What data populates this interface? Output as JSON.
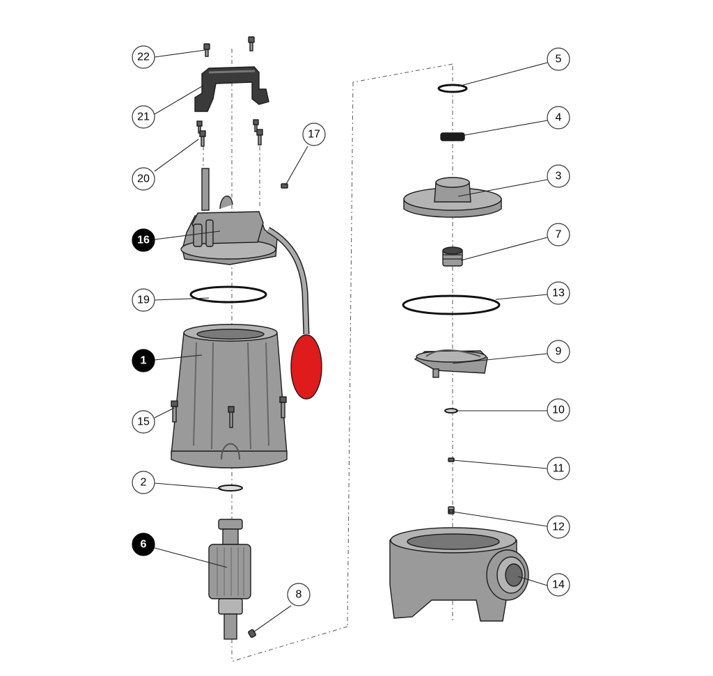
{
  "colors": {
    "part_grey": "#9a9a9a",
    "part_light": "#b4b4b4",
    "float_red": "#e01b1b",
    "callout_fill_highlight": "#000000",
    "callout_fill_normal": "#ffffff"
  },
  "callouts": [
    {
      "id": "22",
      "label": "22",
      "highlight": false
    },
    {
      "id": "21",
      "label": "21",
      "highlight": false
    },
    {
      "id": "20",
      "label": "20",
      "highlight": false
    },
    {
      "id": "17",
      "label": "17",
      "highlight": false
    },
    {
      "id": "16",
      "label": "16",
      "highlight": true
    },
    {
      "id": "19",
      "label": "19",
      "highlight": false
    },
    {
      "id": "1",
      "label": "1",
      "highlight": true
    },
    {
      "id": "15",
      "label": "15",
      "highlight": false
    },
    {
      "id": "2",
      "label": "2",
      "highlight": false
    },
    {
      "id": "6",
      "label": "6",
      "highlight": true
    },
    {
      "id": "8",
      "label": "8",
      "highlight": false
    },
    {
      "id": "5",
      "label": "5",
      "highlight": false
    },
    {
      "id": "4",
      "label": "4",
      "highlight": false
    },
    {
      "id": "3",
      "label": "3",
      "highlight": false
    },
    {
      "id": "7",
      "label": "7",
      "highlight": false
    },
    {
      "id": "13",
      "label": "13",
      "highlight": false
    },
    {
      "id": "9",
      "label": "9",
      "highlight": false
    },
    {
      "id": "10",
      "label": "10",
      "highlight": false
    },
    {
      "id": "11",
      "label": "11",
      "highlight": false
    },
    {
      "id": "12",
      "label": "12",
      "highlight": false
    },
    {
      "id": "14",
      "label": "14",
      "highlight": false
    }
  ]
}
